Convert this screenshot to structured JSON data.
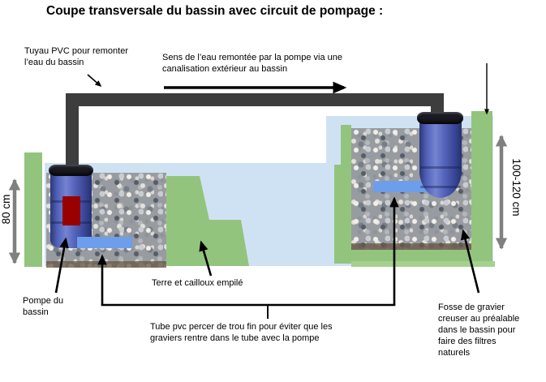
{
  "title": "Coupe transversale du bassin avec circuit de pompage :",
  "annotations": {
    "tuyau_pvc": "Tuyau PVC pour remonter\nl’eau du bassin",
    "sens_eau": "Sens de l’eau remontée par la pompe via une\ncanalisation extérieur au bassin",
    "pompe": "Pompe du\nbassin",
    "terre": "Terre et cailloux empilé",
    "tube_pvc": "Tube pvc percer de trou fin pour éviter que les\ngraviers rentre dans le tube avec la pompe",
    "fosse": "Fosse de gravier\ncreuser au préalable\ndans le bassin pour\nfaire des filtres\nnaturels"
  },
  "dimensions": {
    "left_depth": "80 cm",
    "right_depth": "100-120 cm"
  },
  "colors": {
    "water": "#cfe2f3",
    "soil_green": "#93c47d",
    "soil_green_light": "#a4d18e",
    "pipe_gray": "#3d3d3d",
    "tube_blue": "#6d9eeb",
    "barrel_blue_dark": "#2c3878",
    "barrel_blue_light": "#7484d2",
    "lid_black": "#1a1a20",
    "pump_red": "#990000",
    "dimension_gray": "#808080",
    "gravel_base": "#989ca1",
    "gravel_brown": "#6a5744"
  }
}
